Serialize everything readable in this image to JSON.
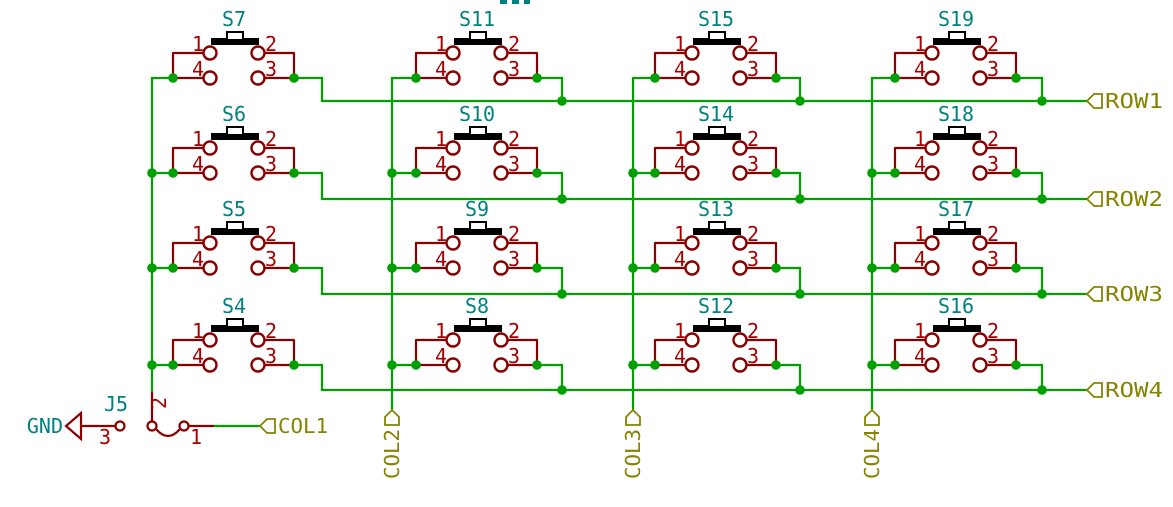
{
  "schematic": {
    "matrix": {
      "rows": [
        {
          "net": "ROW1",
          "switches": [
            "S7",
            "S11",
            "S15",
            "S19"
          ]
        },
        {
          "net": "ROW2",
          "switches": [
            "S6",
            "S10",
            "S14",
            "S18"
          ]
        },
        {
          "net": "ROW3",
          "switches": [
            "S5",
            "S9",
            "S13",
            "S17"
          ]
        },
        {
          "net": "ROW4",
          "switches": [
            "S4",
            "S8",
            "S12",
            "S16"
          ]
        }
      ],
      "columns": [
        {
          "net": "COL1"
        },
        {
          "net": "COL2"
        },
        {
          "net": "COL3"
        },
        {
          "net": "COL4"
        }
      ],
      "pin_layout": {
        "top_left": "1",
        "top_right": "2",
        "bottom_left": "4",
        "bottom_right": "3"
      }
    },
    "connector": {
      "reference": "J5",
      "power_net": "GND",
      "output_net": "COL1",
      "pin_numbers": {
        "left_pin": "3",
        "top_pin": "2",
        "right_pin": "1"
      }
    },
    "colors": {
      "wire": "#00a000",
      "junction": "#00a000",
      "symbol": "#8a0000",
      "pin_number": "#a80000",
      "reference": "#008080",
      "hierarchical_label": "#848400",
      "actuator_fill": "#000000",
      "background": "#ffffff"
    }
  }
}
